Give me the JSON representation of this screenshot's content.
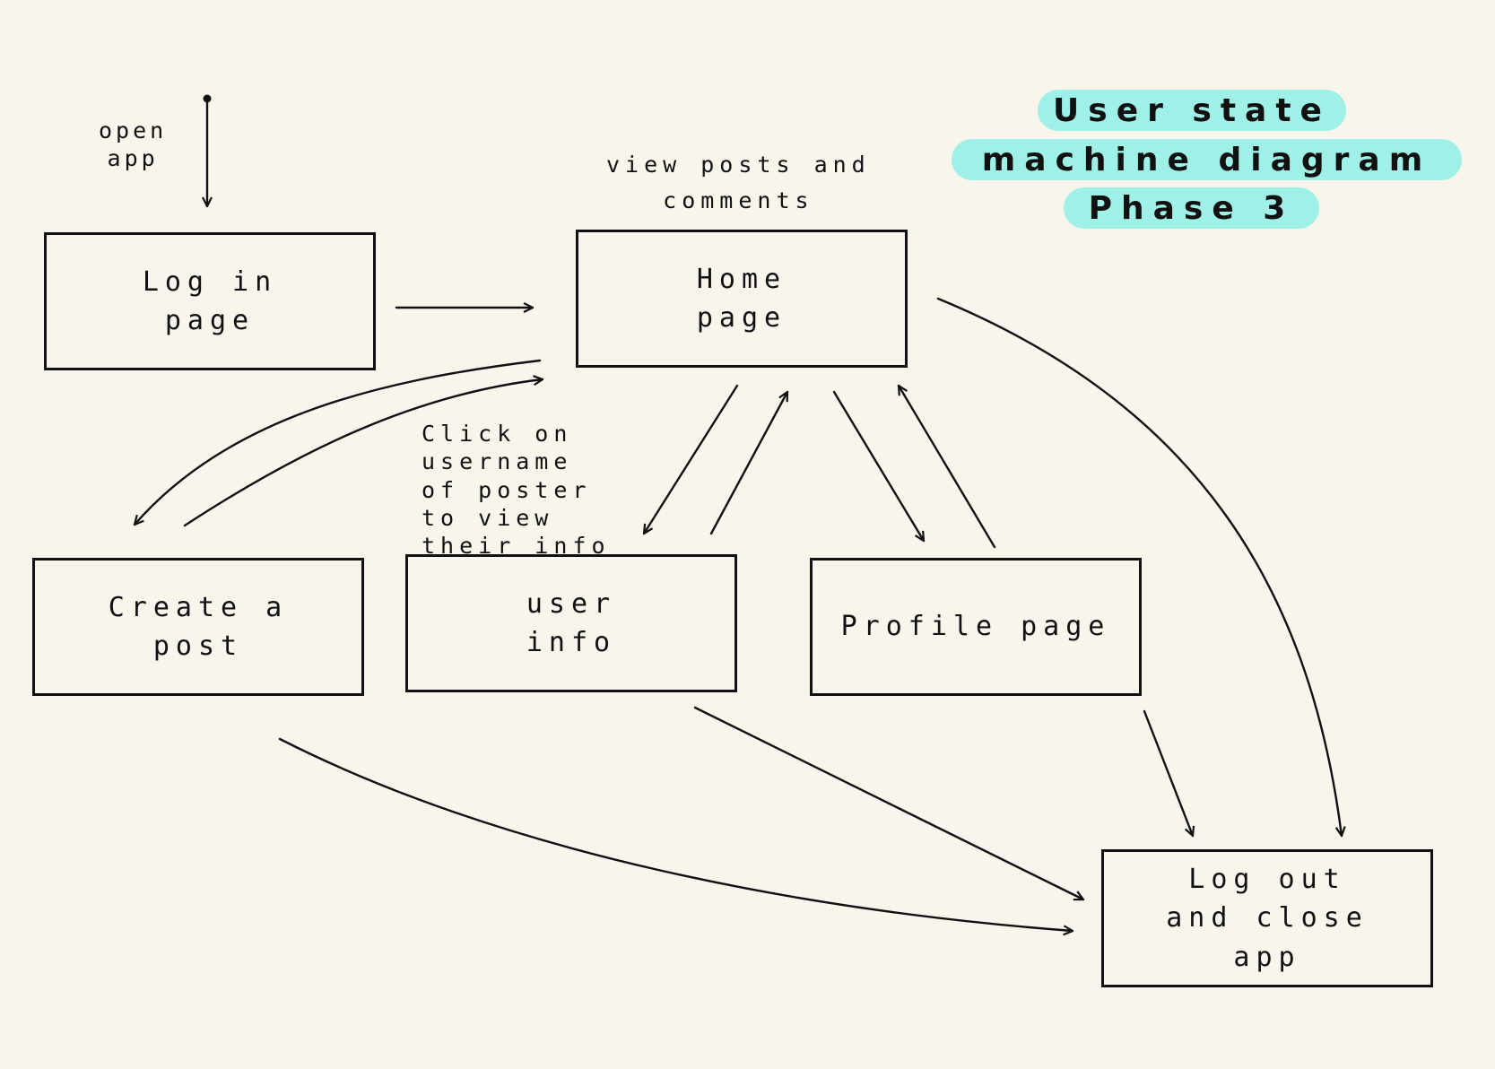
{
  "title": {
    "line1": "User  state",
    "line2": "machine diagram",
    "line3": "Phase  3",
    "highlight_color": "#9ff0e6"
  },
  "notes": {
    "open_app": [
      "open",
      "app"
    ],
    "view_posts": [
      "view  posts  and",
      "comments"
    ],
    "click_username": [
      "Click  on",
      "username",
      "of  poster",
      "to view",
      "their info"
    ]
  },
  "states": {
    "login": [
      "Log  in",
      "page"
    ],
    "home": [
      "Home",
      "page"
    ],
    "create_post": [
      "Create   a",
      "post"
    ],
    "user_info": [
      "user",
      "info"
    ],
    "profile": [
      "Profile page"
    ],
    "logout": [
      "Log  out",
      "and  close",
      "app"
    ]
  },
  "colors": {
    "background": "#f7f5ec",
    "ink": "#111111"
  }
}
